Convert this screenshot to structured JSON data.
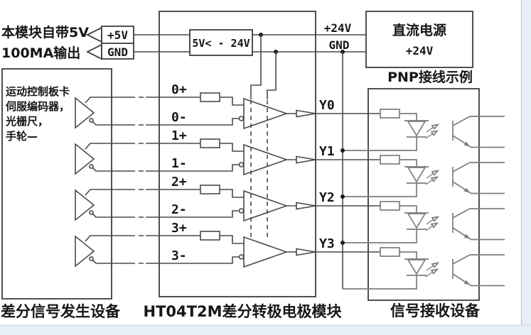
{
  "diagram_title": "HT04T2M差分转极电极模块",
  "top_left_note": {
    "line1": "本模块自带5V",
    "line2": "100MA输出"
  },
  "power_tap": {
    "pin1": "+5V",
    "pin2": "GND"
  },
  "converter": {
    "label": "5V< - 24V"
  },
  "rails": {
    "v24": "+24V",
    "gnd": "GND"
  },
  "power_supply": {
    "line1": "直流电源",
    "line2": "+24V",
    "caption": "PNP接线示例"
  },
  "source_device": {
    "desc_lines": [
      "运动控制板卡",
      "伺服编码器，",
      "光栅尺，",
      "手轮—"
    ],
    "caption": "差分信号发生设备"
  },
  "module": {
    "caption": "HT04T2M差分转极电极模块"
  },
  "receiver": {
    "caption": "信号接收设备"
  },
  "channels": [
    {
      "plus": "0+",
      "minus": "0-",
      "out": "Y0"
    },
    {
      "plus": "1+",
      "minus": "1-",
      "out": "Y1"
    },
    {
      "plus": "2+",
      "minus": "2-",
      "out": "Y2"
    },
    {
      "plus": "3+",
      "minus": "3-",
      "out": "Y3"
    }
  ],
  "colors": {
    "wire": "#4a4a4a",
    "receiver_wire": "#7d7d7d",
    "text": "#161616",
    "page_margin_strip": "#e7eef8"
  }
}
